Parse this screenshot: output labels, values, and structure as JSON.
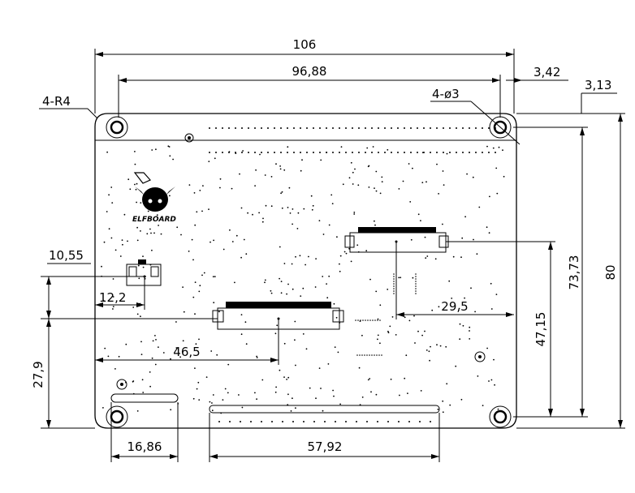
{
  "drawing": {
    "title": "",
    "brand_logo_text": "ELFBOARD",
    "dimensions": {
      "board_width": "106",
      "hole_spacing_x": "96,88",
      "hole_offset_right": "3,42",
      "hole_offset_top": "3,13",
      "hole_spacing_y": "73,73",
      "board_height": "80",
      "corner_radius": "4-R4",
      "hole_diameter": "4-ø3",
      "switch_offset_y": "10,55",
      "switch_offset_x": "12,2",
      "connector_offset_x": "46,5",
      "connector_offset_y": "27,9",
      "right_connector_offset_x": "29,5",
      "right_connector_offset_y": "47,15",
      "left_edge_slot_width": "16,86",
      "bottom_edge_width": "57,92"
    }
  }
}
